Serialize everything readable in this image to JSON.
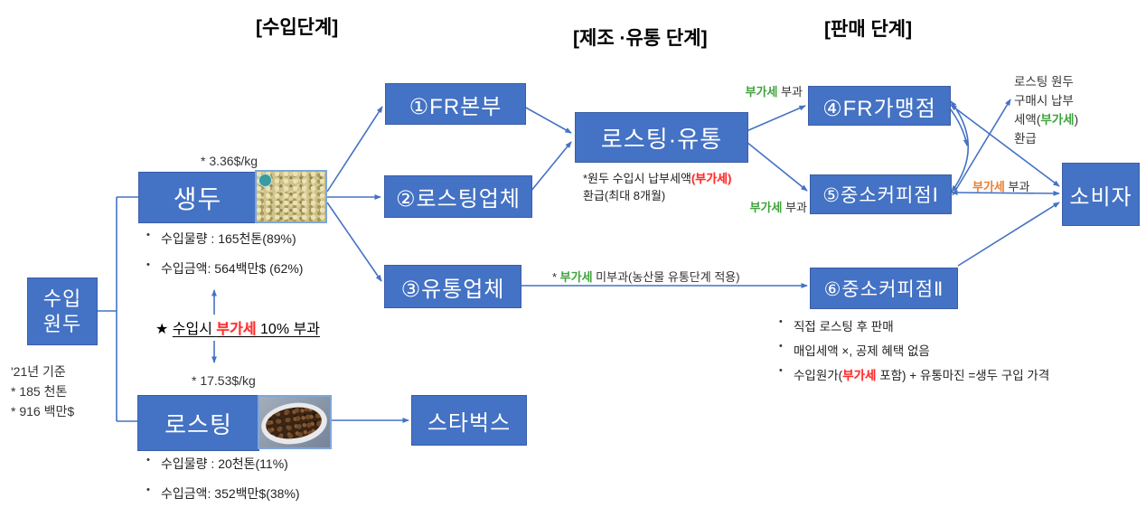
{
  "stage_headers": {
    "import": "[수입단계]",
    "manufacture_distribution": "[제조 ·유통 단계]",
    "sales": "[판매 단계]"
  },
  "nodes": {
    "imported_beans": "수입원두",
    "green_beans": "생두",
    "roasting": "로스팅",
    "fr_hq": "①FR본부",
    "roasting_company": "②로스팅업체",
    "distribution_company": "③유통업체",
    "roasting_distribution": "로스팅·유통",
    "fr_franchise": "④FR가맹점",
    "small_coffee_shop_1": "⑤중소커피점Ⅰ",
    "small_coffee_shop_2": "⑥중소커피점Ⅱ",
    "consumer": "소비자",
    "starbucks": "스타벅스"
  },
  "images": {
    "green_beans_photo": "green-coffee-beans-photo",
    "roasted_beans_photo": "roasted-coffee-beans-photo"
  },
  "notes": {
    "base_year": [
      "'21년 기준",
      "* 185 천톤",
      "* 916 백만$"
    ],
    "green_beans_price": "* 3.36$/kg",
    "green_beans_stats": [
      "수입물량 : 165천톤(89%)",
      "수입금액:  564백만$ (62%)"
    ],
    "roasting_price": "* 17.53$/kg",
    "roasting_stats": [
      "수입물량 : 20천톤(11%)",
      "수입금액:  352백만$(38%)"
    ],
    "import_vat": {
      "star": "★ ",
      "pre": "수입시 ",
      "vat": "부가세",
      "post": " 10% 부과"
    },
    "refund_mid": {
      "line1_pre": "*원두 수입시 납부세액",
      "line1_vat": "(부가세)",
      "line2": "환급(최대 8개월)"
    },
    "vat_to_fr": {
      "vat": "부가세",
      "rest": " 부과"
    },
    "vat_to_small1": {
      "vat": "부가세",
      "rest": " 부과"
    },
    "vat_exempt": {
      "pre": "* ",
      "vat": "부가세",
      "rest": " 미부과(농산물 유통단계 적용)"
    },
    "vat_to_consumer": {
      "vat": "부가세",
      "rest": " 부과"
    },
    "refund_right": {
      "line1": "로스팅 원두",
      "line2": "구매시 납부",
      "line3_pre": "세액(",
      "vat": "부가세",
      "line3_post": ")",
      "line4": "환급"
    },
    "small2_bullets": {
      "b1": "직접 로스팅 후 판매",
      "b2": "매입세액 ×, 공제 혜택 없음",
      "b3_pre": "수입원가(",
      "b3_vat": "부가세",
      "b3_post": " 포함) + 유통마진 =생두 구입 가격"
    }
  },
  "colors": {
    "box_fill": "#4472C4",
    "box_border": "#3B5EA8",
    "arrow": "#4472C4",
    "vat_green": "#3FA33C",
    "vat_red": "#FF2B2B",
    "vat_orange": "#ED7D31"
  }
}
